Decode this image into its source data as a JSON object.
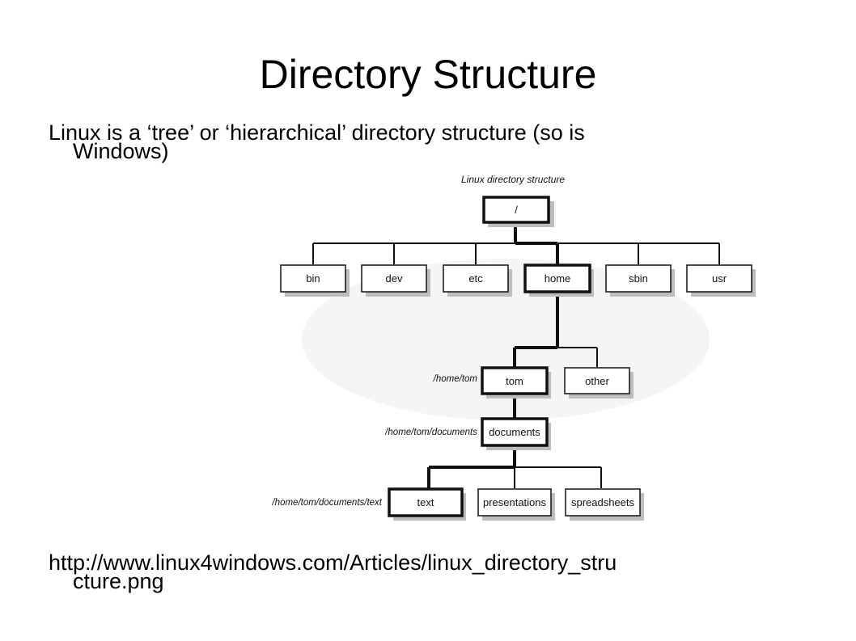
{
  "slide": {
    "title": "Directory Structure",
    "bullet_line1": "Linux is a ‘tree’ or ‘hierarchical’ directory structure (so is",
    "bullet_line2": "Windows)",
    "url_line1": "http://www.linux4windows.com/Articles/linux_directory_stru",
    "url_line2": "cture.png"
  },
  "diagram": {
    "title": "Linux directory structure",
    "root": "/",
    "level1": [
      "bin",
      "dev",
      "etc",
      "home",
      "sbin",
      "usr"
    ],
    "home_children": [
      "tom",
      "other"
    ],
    "tom_child": "documents",
    "documents_children": [
      "text",
      "presentations",
      "spreadsheets"
    ],
    "path_labels": [
      "/home/tom",
      "/home/tom/documents",
      "/home/tom/documents/text"
    ],
    "highlighted_path": [
      "/",
      "home",
      "tom",
      "documents",
      "text"
    ]
  }
}
